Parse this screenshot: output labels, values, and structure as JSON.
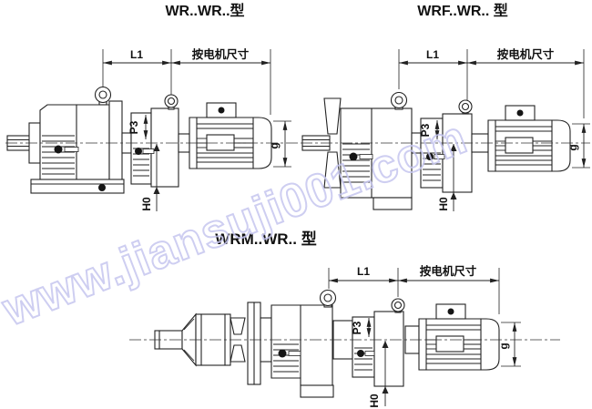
{
  "watermark": {
    "text": "www.jiansuji001.com",
    "color": "#c6c6ef"
  },
  "diagrams": [
    {
      "title": "WR..WR..型",
      "dims": {
        "l1": "L1",
        "motor_size": "按电机尺寸",
        "p3": "P3",
        "h0": "H0",
        "g": "g"
      }
    },
    {
      "title": "WRF..WR.. 型",
      "dims": {
        "l1": "L1",
        "motor_size": "按电机尺寸",
        "p3": "P3",
        "h0": "H0",
        "g": "g"
      }
    },
    {
      "title": "WRM..WR.. 型",
      "dims": {
        "l1": "L1",
        "motor_size": "按电机尺寸",
        "p3": "P3",
        "h0": "H0",
        "g": "g"
      }
    }
  ]
}
